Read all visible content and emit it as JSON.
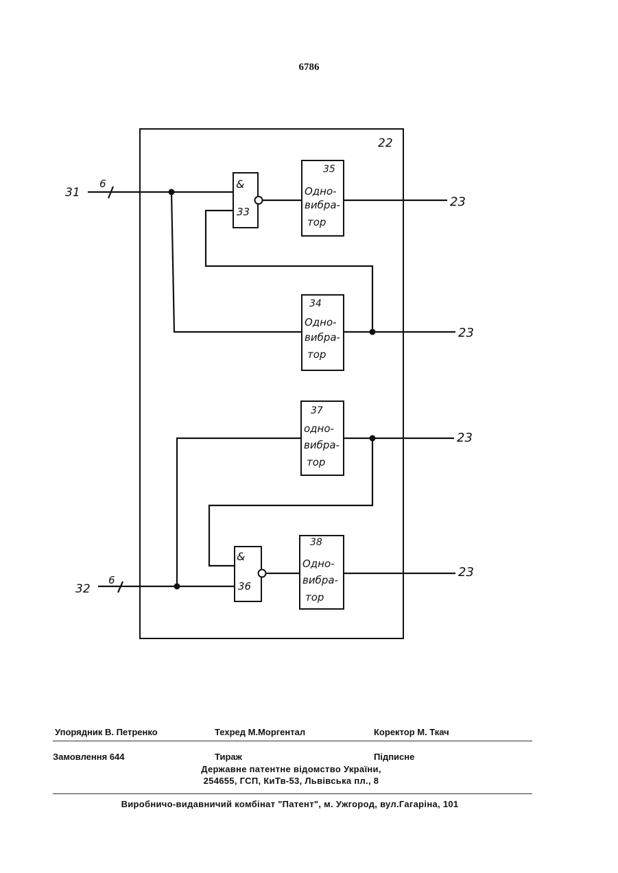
{
  "page": {
    "number": "6786"
  },
  "diagram": {
    "block_label": "22",
    "inputs": [
      {
        "label": "31",
        "bus_width": "6"
      },
      {
        "label": "32",
        "bus_width": "6"
      }
    ],
    "gates": [
      {
        "symbol": "&",
        "id": "33"
      },
      {
        "symbol": "&",
        "id": "36"
      }
    ],
    "one_shots": [
      {
        "id": "35",
        "lines": [
          "Одно-",
          "вибра-",
          "тор"
        ]
      },
      {
        "id": "34",
        "lines": [
          "Одно-",
          "вибра-",
          "тор"
        ]
      },
      {
        "id": "37",
        "lines": [
          "одно-",
          "вибра-",
          "тор"
        ]
      },
      {
        "id": "38",
        "lines": [
          "Одно-",
          "вибра-",
          "тор"
        ]
      }
    ],
    "outputs": [
      "23",
      "23",
      "23",
      "23"
    ]
  },
  "footer": {
    "compiler": "Упорядник В. Петренко",
    "tech_editor": "Техред М.Моргентал",
    "corrector": "Коректор М. Ткач",
    "order": "Замовлення 644",
    "circulation": "Тираж",
    "subscription": "Підписне",
    "office_line1": "Державне патентне відомство України,",
    "office_line2": "254655, ГСП, КиТв-53, Львівська пл., 8",
    "publisher": "Виробничо-видавничий комбінат  \"Патент\", м. Ужгород, вул.Гагаріна, 101"
  }
}
